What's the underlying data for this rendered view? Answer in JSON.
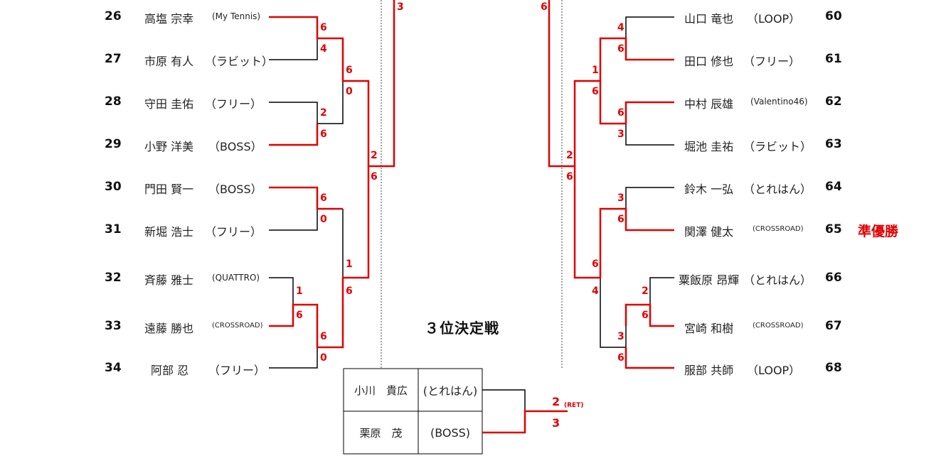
{
  "left_players": [
    {
      "seed": "26",
      "name": "高塩 宗幸",
      "club": "(My Tennis)"
    },
    {
      "seed": "27",
      "name": "市原 有人",
      "club": "（ラビット）"
    },
    {
      "seed": "28",
      "name": "守田 圭佑",
      "club": "（フリー）"
    },
    {
      "seed": "29",
      "name": "小野 洋美",
      "club": "（BOSS）"
    },
    {
      "seed": "30",
      "name": "門田 賢一",
      "club": "（BOSS）"
    },
    {
      "seed": "31",
      "name": "新堀 浩士",
      "club": "（フリー）"
    },
    {
      "seed": "32",
      "name": "斉藤 雅士",
      "club": "(QUATTRO)"
    },
    {
      "seed": "33",
      "name": "遠藤 勝也",
      "club": "(CROSSROAD)"
    },
    {
      "seed": "34",
      "name": "阿部 忍",
      "club": "（フリー）"
    }
  ],
  "right_players": [
    {
      "seed": "60",
      "name": "山口 竜也",
      "club": "（LOOP）"
    },
    {
      "seed": "61",
      "name": "田口 修也",
      "club": "（フリー）"
    },
    {
      "seed": "62",
      "name": "中村 辰雄",
      "club": "(Valentino46)"
    },
    {
      "seed": "63",
      "name": "堀池 圭祐",
      "club": "（ラビット）"
    },
    {
      "seed": "64",
      "name": "鈴木 一弘",
      "club": "（とれはん）"
    },
    {
      "seed": "65",
      "name": "関澤 健太",
      "club": "(CROSSROAD)"
    },
    {
      "seed": "66",
      "name": "粟飯原 昂輝",
      "club": "（とれはん）"
    },
    {
      "seed": "67",
      "name": "宮崎 和樹",
      "club": "(CROSSROAD)"
    },
    {
      "seed": "68",
      "name": "服部 共師",
      "club": "（LOOP）"
    }
  ],
  "left_scores": [
    "6",
    "4",
    "6",
    "0",
    "2",
    "6",
    "6",
    "0",
    "1",
    "6",
    "1",
    "6",
    "6",
    "0",
    "2",
    "6",
    "3"
  ],
  "right_scores": [
    "6",
    "4",
    "6",
    "1",
    "6",
    "6",
    "3",
    "2",
    "6",
    "3",
    "6",
    "6",
    "4",
    "2",
    "6",
    "3",
    "6"
  ],
  "runner_up_label": "準優勝",
  "third_place": {
    "title": "３位決定戦",
    "player1": {
      "name": "小川　貴広",
      "club": "(とれはん)"
    },
    "player2": {
      "name": "栗原　茂",
      "club": "(BOSS)"
    },
    "score_top": "2",
    "score_top_note": "(RET)",
    "score_bottom": "3"
  },
  "colors": {
    "win_line": "#e00000",
    "line": "#000000",
    "score": "#e00000"
  }
}
